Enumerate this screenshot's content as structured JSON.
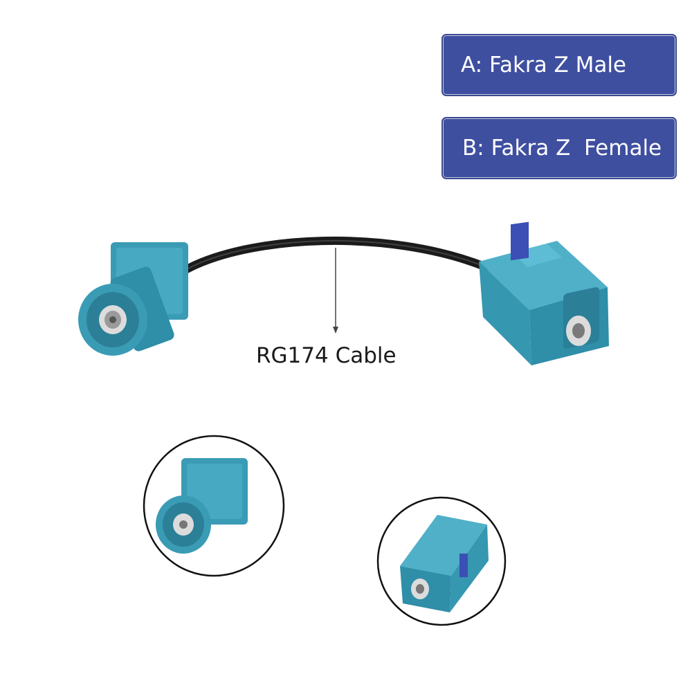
{
  "labels": {
    "a": "A: Fakra Z Male",
    "b": "B: Fakra Z  Female"
  },
  "cable_label": "RG174 Cable",
  "colors": {
    "label_box": "#3f4fa0",
    "connector": "#3a9bb5",
    "connector_dark": "#2b7f97",
    "cable": "#1b1b1b",
    "latch_blue": "#3b4fb5"
  }
}
